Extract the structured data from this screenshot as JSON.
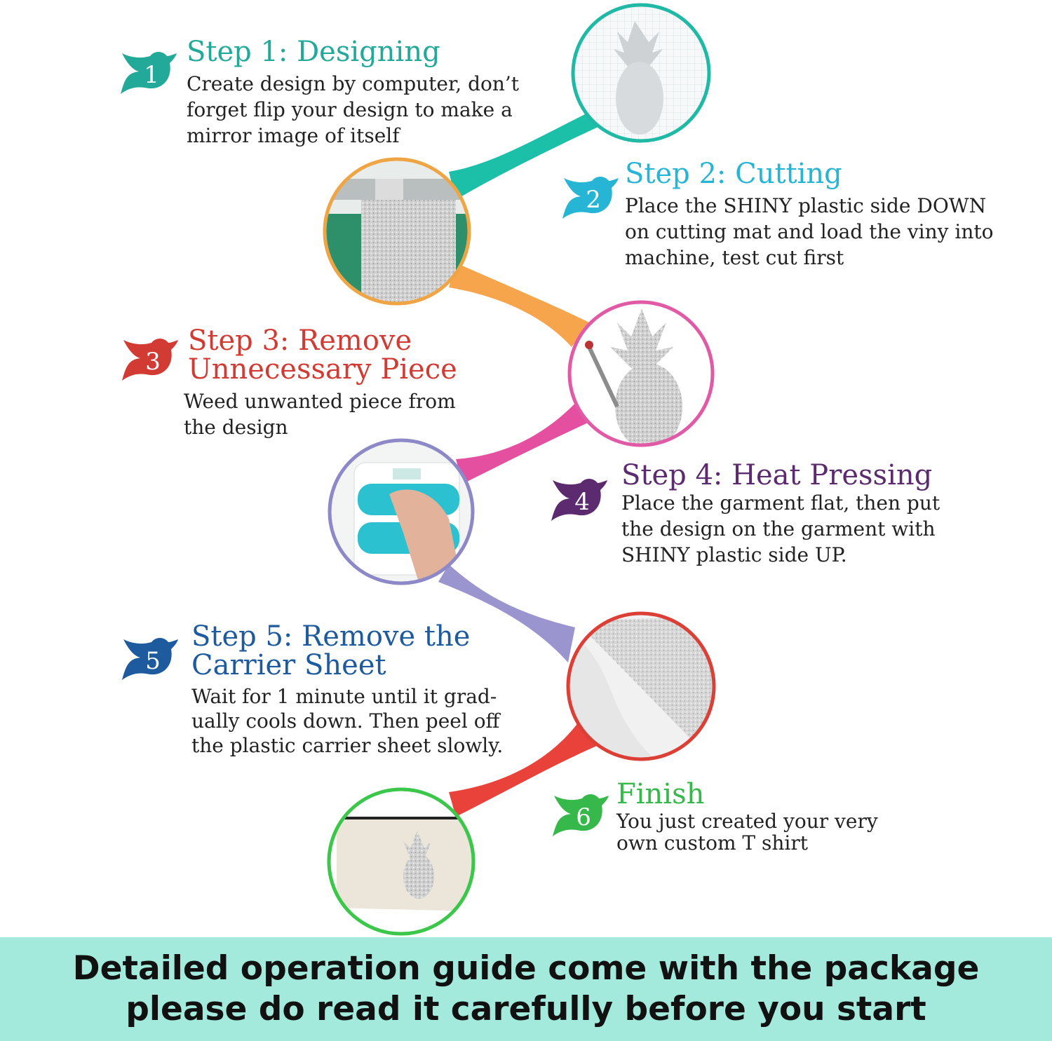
{
  "steps": [
    {
      "number": "1",
      "title": "Step 1: Designing",
      "description": "Create design by computer, don’t\nforget flip your design to make a\nmirror image of itself",
      "color": "#22a99a"
    },
    {
      "number": "2",
      "title": "Step 2: Cutting",
      "description": "Place the SHINY plastic side DOWN\non cutting mat and load the viny into\nmachine,  test cut first",
      "color": "#27b5d6"
    },
    {
      "number": "3",
      "title": "Step 3: Remove\nUnnecessary Piece",
      "description": "Weed unwanted piece from\nthe design",
      "color": "#d23b33"
    },
    {
      "number": "4",
      "title": "Step 4: Heat Pressing",
      "description": "Place the garment flat, then put\nthe design on the garment with\nSHINY plastic side UP.",
      "color": "#5c2a6e"
    },
    {
      "number": "5",
      "title": "Step 5: Remove the\nCarrier Sheet",
      "description": "Wait for 1 minute until it grad-\nually cools down. Then peel off\nthe plastic carrier sheet slowly.",
      "color": "#1d5a9e"
    },
    {
      "number": "6",
      "title": "Finish",
      "description": "You just created your very\nown custom T shirt",
      "color": "#36b84a"
    }
  ],
  "connector_colors": [
    "#1cbfa8",
    "#f6a54c",
    "#e4509f",
    "#9b95cf",
    "#e8423a"
  ],
  "circle_colors": [
    "#1fb9a6",
    "#f0a545",
    "#e15aa6",
    "#8d89c8",
    "#dc3f36",
    "#3bc74a"
  ],
  "images": [
    {
      "icon": "pineapple-grid-image"
    },
    {
      "icon": "cutting-machine-image"
    },
    {
      "icon": "weeding-pineapple-image"
    },
    {
      "icon": "heat-press-image"
    },
    {
      "icon": "carrier-peel-image"
    },
    {
      "icon": "pouch-image"
    }
  ],
  "footer": {
    "line1": "Detailed operation guide come with the package",
    "line2": "please do read it carefully before you start",
    "background": "#a3eadd"
  }
}
